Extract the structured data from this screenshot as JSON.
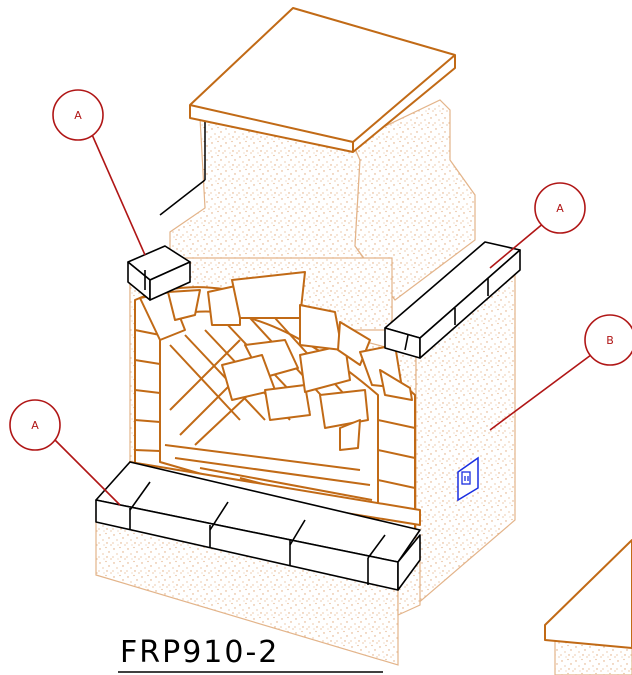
{
  "model_label": "FRP910-2",
  "callouts": {
    "a_top_left": "A",
    "a_top_right": "A",
    "a_bottom_left": "A",
    "b_right": "B"
  },
  "colors": {
    "wood_outline": "#c16a16",
    "stucco_speckle": "#e0a878",
    "callout_red": "#b01616",
    "outlet_blue": "#1a2ee0",
    "cap_block_black": "#000000"
  },
  "icons": {
    "outlet": "electrical-outlet-icon"
  }
}
